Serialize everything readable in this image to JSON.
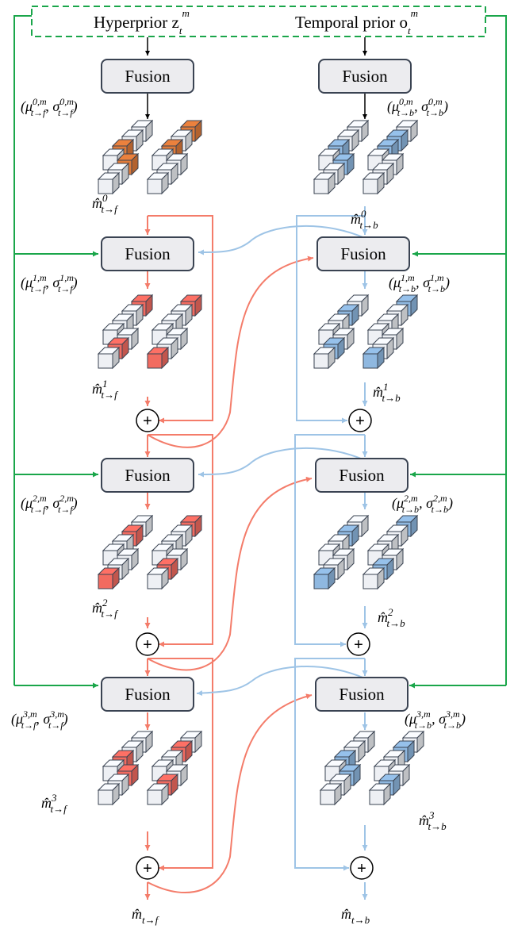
{
  "header": {
    "hyperprior": "Hyperprior z",
    "hyperprior_sub": "t",
    "hyperprior_sup": "m",
    "temporal": "Temporal prior o",
    "temporal_sub": "t",
    "temporal_sup": "m"
  },
  "fusion_label": "Fusion",
  "plus_symbol": "+",
  "forward": {
    "params": [
      {
        "mu": "μ",
        "sup": "0,m",
        "sub": "t→f",
        "sigma": "σ"
      },
      {
        "mu": "μ",
        "sup": "1,m",
        "sub": "t→f",
        "sigma": "σ"
      },
      {
        "mu": "μ",
        "sup": "2,m",
        "sub": "t→f",
        "sigma": "σ"
      },
      {
        "mu": "μ",
        "sup": "3,m",
        "sub": "t→f",
        "sigma": "σ"
      }
    ],
    "outputs": [
      {
        "base": "m̂",
        "sup": "0",
        "sub": "t→f"
      },
      {
        "base": "m̂",
        "sup": "1",
        "sub": "t→f"
      },
      {
        "base": "m̂",
        "sup": "2",
        "sub": "t→f"
      },
      {
        "base": "m̂",
        "sup": "3",
        "sub": "t→f"
      }
    ],
    "final": {
      "base": "m̂",
      "sub": "t→f"
    }
  },
  "backward": {
    "params": [
      {
        "mu": "μ",
        "sup": "0,m",
        "sub": "t→b",
        "sigma": "σ"
      },
      {
        "mu": "μ",
        "sup": "1,m",
        "sub": "t→b",
        "sigma": "σ"
      },
      {
        "mu": "μ",
        "sup": "2,m",
        "sub": "t→b",
        "sigma": "σ"
      },
      {
        "mu": "μ",
        "sup": "3,m",
        "sub": "t→b",
        "sigma": "σ"
      }
    ],
    "outputs": [
      {
        "base": "m̂",
        "sup": "0",
        "sub": "t→b"
      },
      {
        "base": "m̂",
        "sup": "1",
        "sub": "t→b"
      },
      {
        "base": "m̂",
        "sup": "2",
        "sub": "t→b"
      },
      {
        "base": "m̂",
        "sup": "3",
        "sub": "t→b"
      }
    ],
    "final": {
      "base": "m̂",
      "sub": "t→b"
    }
  },
  "colors": {
    "green": "#1aa64a",
    "salmon": "#f47c6a",
    "lightblue": "#9ec4e6",
    "cube_light": "#eef0f4",
    "cube_orange": "#e07b3a",
    "cube_red": "#f26b60",
    "cube_blue": "#8fb8e0",
    "fusion_fill": "#ececef",
    "fusion_stroke": "#3a4352"
  }
}
